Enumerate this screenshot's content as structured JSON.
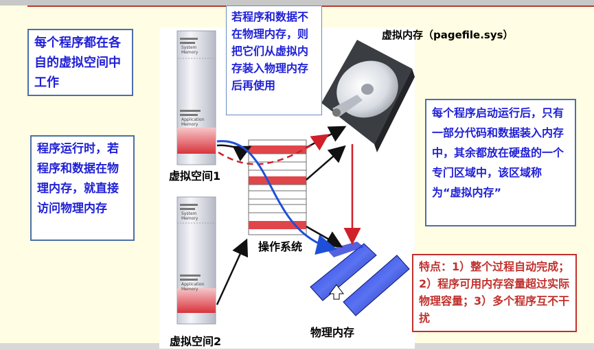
{
  "notes": {
    "each_program": "每个程序都在各自的虚拟空间中工作",
    "not_in_memory": "若程序和数据不在物理内存，则把它们从虚拟内存装入物理内存后再使用",
    "in_memory": "程序运行时，若程序和数据在物理内存，就直接访问物理内存",
    "startup": "每个程序启动运行后，只有一部分代码和数据装入内存中，其余都放在硬盘的一个专门区域中，该区域称为“虚拟内存”",
    "features": "特点：1）整个过程自动完成；2）程序可用内存容量超过实际物理容量；3）多个程序互不干扰"
  },
  "labels": {
    "virtual_memory": "虚拟内存（pagefile.sys）",
    "virtual_space_1": "虚拟空间1",
    "virtual_space_2": "虚拟空间2",
    "os": "操作系统",
    "physical_memory": "物理内存"
  },
  "column_labels": {
    "system_memory": "System Memory",
    "application_memory": "Application Memory"
  },
  "colors": {
    "text_blue": "#1f1fd6",
    "text_red": "#c0302c",
    "border_blue": "#4a6fa8",
    "page_red": "#e0454a",
    "arrow_black": "#111111",
    "arrow_blue": "#1e4fd8"
  }
}
